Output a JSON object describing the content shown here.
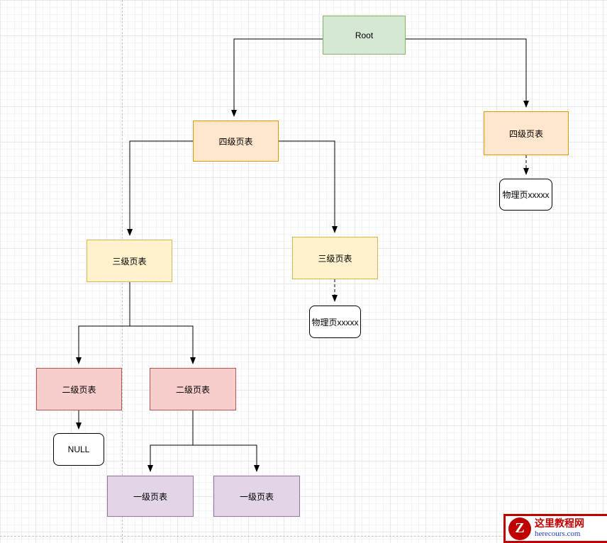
{
  "diagram": {
    "nodes": {
      "root": {
        "label": "Root"
      },
      "l4_left": {
        "label": "四级页表"
      },
      "l4_right": {
        "label": "四级页表"
      },
      "phys_right": {
        "label": "物理页xxxxx"
      },
      "l3_left": {
        "label": "三级页表"
      },
      "l3_mid": {
        "label": "三级页表"
      },
      "phys_mid": {
        "label": "物理页xxxxx"
      },
      "l2_left": {
        "label": "二级页表"
      },
      "l2_right": {
        "label": "二级页表"
      },
      "null_leaf": {
        "label": "NULL"
      },
      "l1_left": {
        "label": "一级页表"
      },
      "l1_right": {
        "label": "一级页表"
      }
    },
    "palette": {
      "root_fill": "#d5e8d4",
      "root_stroke": "#82b366",
      "level4_fill": "#ffe6cc",
      "level4_stroke": "#d79b00",
      "level3_fill": "#fff2cc",
      "level3_stroke": "#d6b656",
      "level2_fill": "#f8cecc",
      "level2_stroke": "#b85450",
      "level1_fill": "#e1d5e7",
      "level1_stroke": "#9673a6",
      "leaf_fill": "#ffffff",
      "leaf_stroke": "#000000",
      "edge_color": "#000000"
    }
  },
  "watermark": {
    "logo_letter": "Z",
    "site_name": "这里教程网",
    "site_url": "herecours.com",
    "brand_red": "#c00000",
    "brand_blue": "#1f3fbf"
  }
}
